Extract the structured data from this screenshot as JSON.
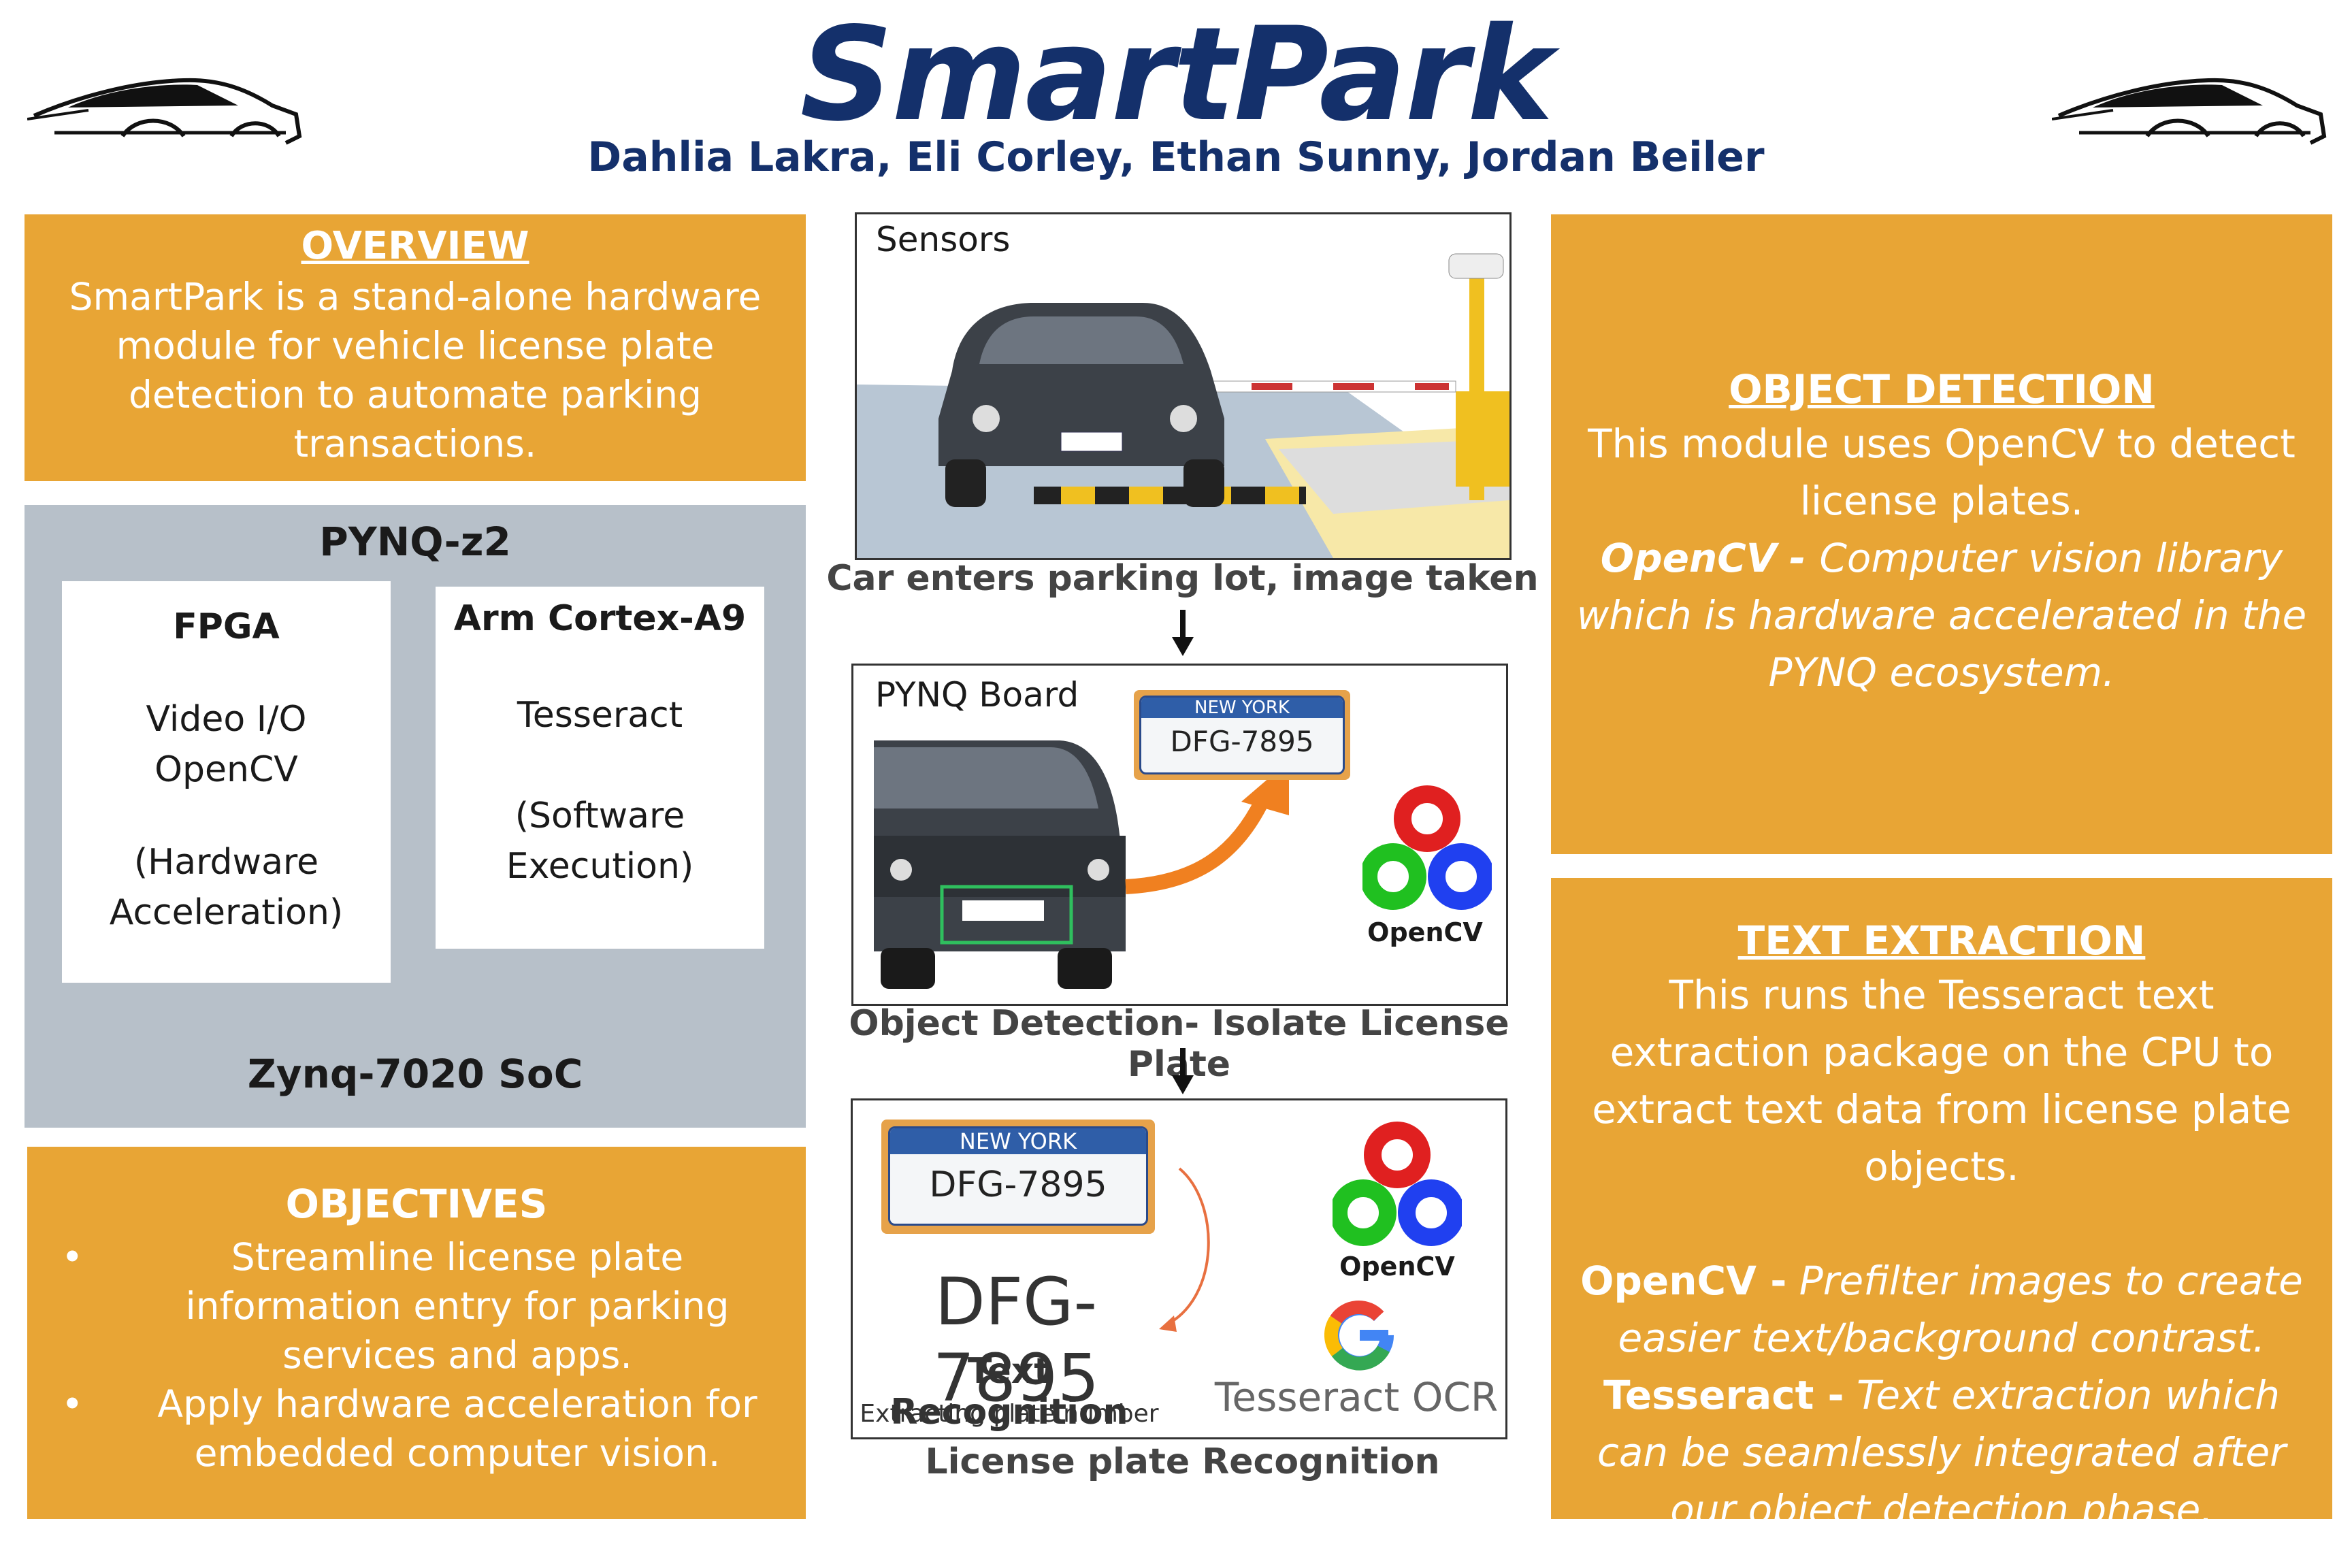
{
  "title": "SmartPark",
  "authors": "Dahlia Lakra, Eli Corley, Ethan Sunny, Jordan Beiler",
  "colors": {
    "navy": "#14306b",
    "orange": "#e8a535",
    "grey": "#b7c0c9"
  },
  "overview": {
    "heading": "OVERVIEW",
    "text": "SmartPark is a stand-alone hardware module for vehicle license plate detection to automate parking transactions."
  },
  "pynq": {
    "title": "PYNQ-z2",
    "soc": "Zynq-7020 SoC",
    "fpga": {
      "title": "FPGA",
      "line1": "Video I/O",
      "line2": "OpenCV",
      "line3": "(Hardware",
      "line4": "Acceleration)"
    },
    "arm": {
      "title": "Arm Cortex-A9",
      "line1": "Tesseract",
      "line2": "(Software",
      "line3": "Execution)"
    }
  },
  "objectives": {
    "heading": "OBJECTIVES",
    "items": [
      "Streamline license plate information entry for parking services and apps.",
      "Apply hardware acceleration for embedded computer vision."
    ]
  },
  "flow": {
    "sensors_label": "Sensors",
    "caption1": "Car enters parking lot, image taken",
    "pynq_label": "PYNQ Board",
    "caption2": "Object Detection- Isolate License Plate",
    "caption3": "License plate Recognition",
    "plate_state": "NEW YORK",
    "plate_number": "DFG-7895",
    "small_plate": "DFG-7895",
    "opencv_logo": "OpenCV",
    "text_recognition": "Text Recognition",
    "extracting": "Extracting plate number",
    "tesseract_logo": "Tesseract OCR"
  },
  "object_detection": {
    "heading": "OBJECT DETECTION",
    "text": "This module uses OpenCV to detect license plates.",
    "term": "OpenCV",
    "desc": "Computer vision library which is hardware accelerated in the PYNQ ecosystem."
  },
  "text_extraction": {
    "heading": "TEXT EXTRACTION",
    "text": "This runs the Tesseract text extraction package on the CPU to extract text data from license plate objects.",
    "term1": "OpenCV -",
    "desc1": "Prefilter images to create easier text/background contrast.",
    "term2": "Tesseract -",
    "desc2": "Text extraction which can be seamlessly integrated after our object detection phase."
  },
  "icons": [
    "car-outline-icon",
    "opencv-logo-icon",
    "google-g-icon",
    "down-arrow-icon",
    "curved-arrow-icon"
  ]
}
